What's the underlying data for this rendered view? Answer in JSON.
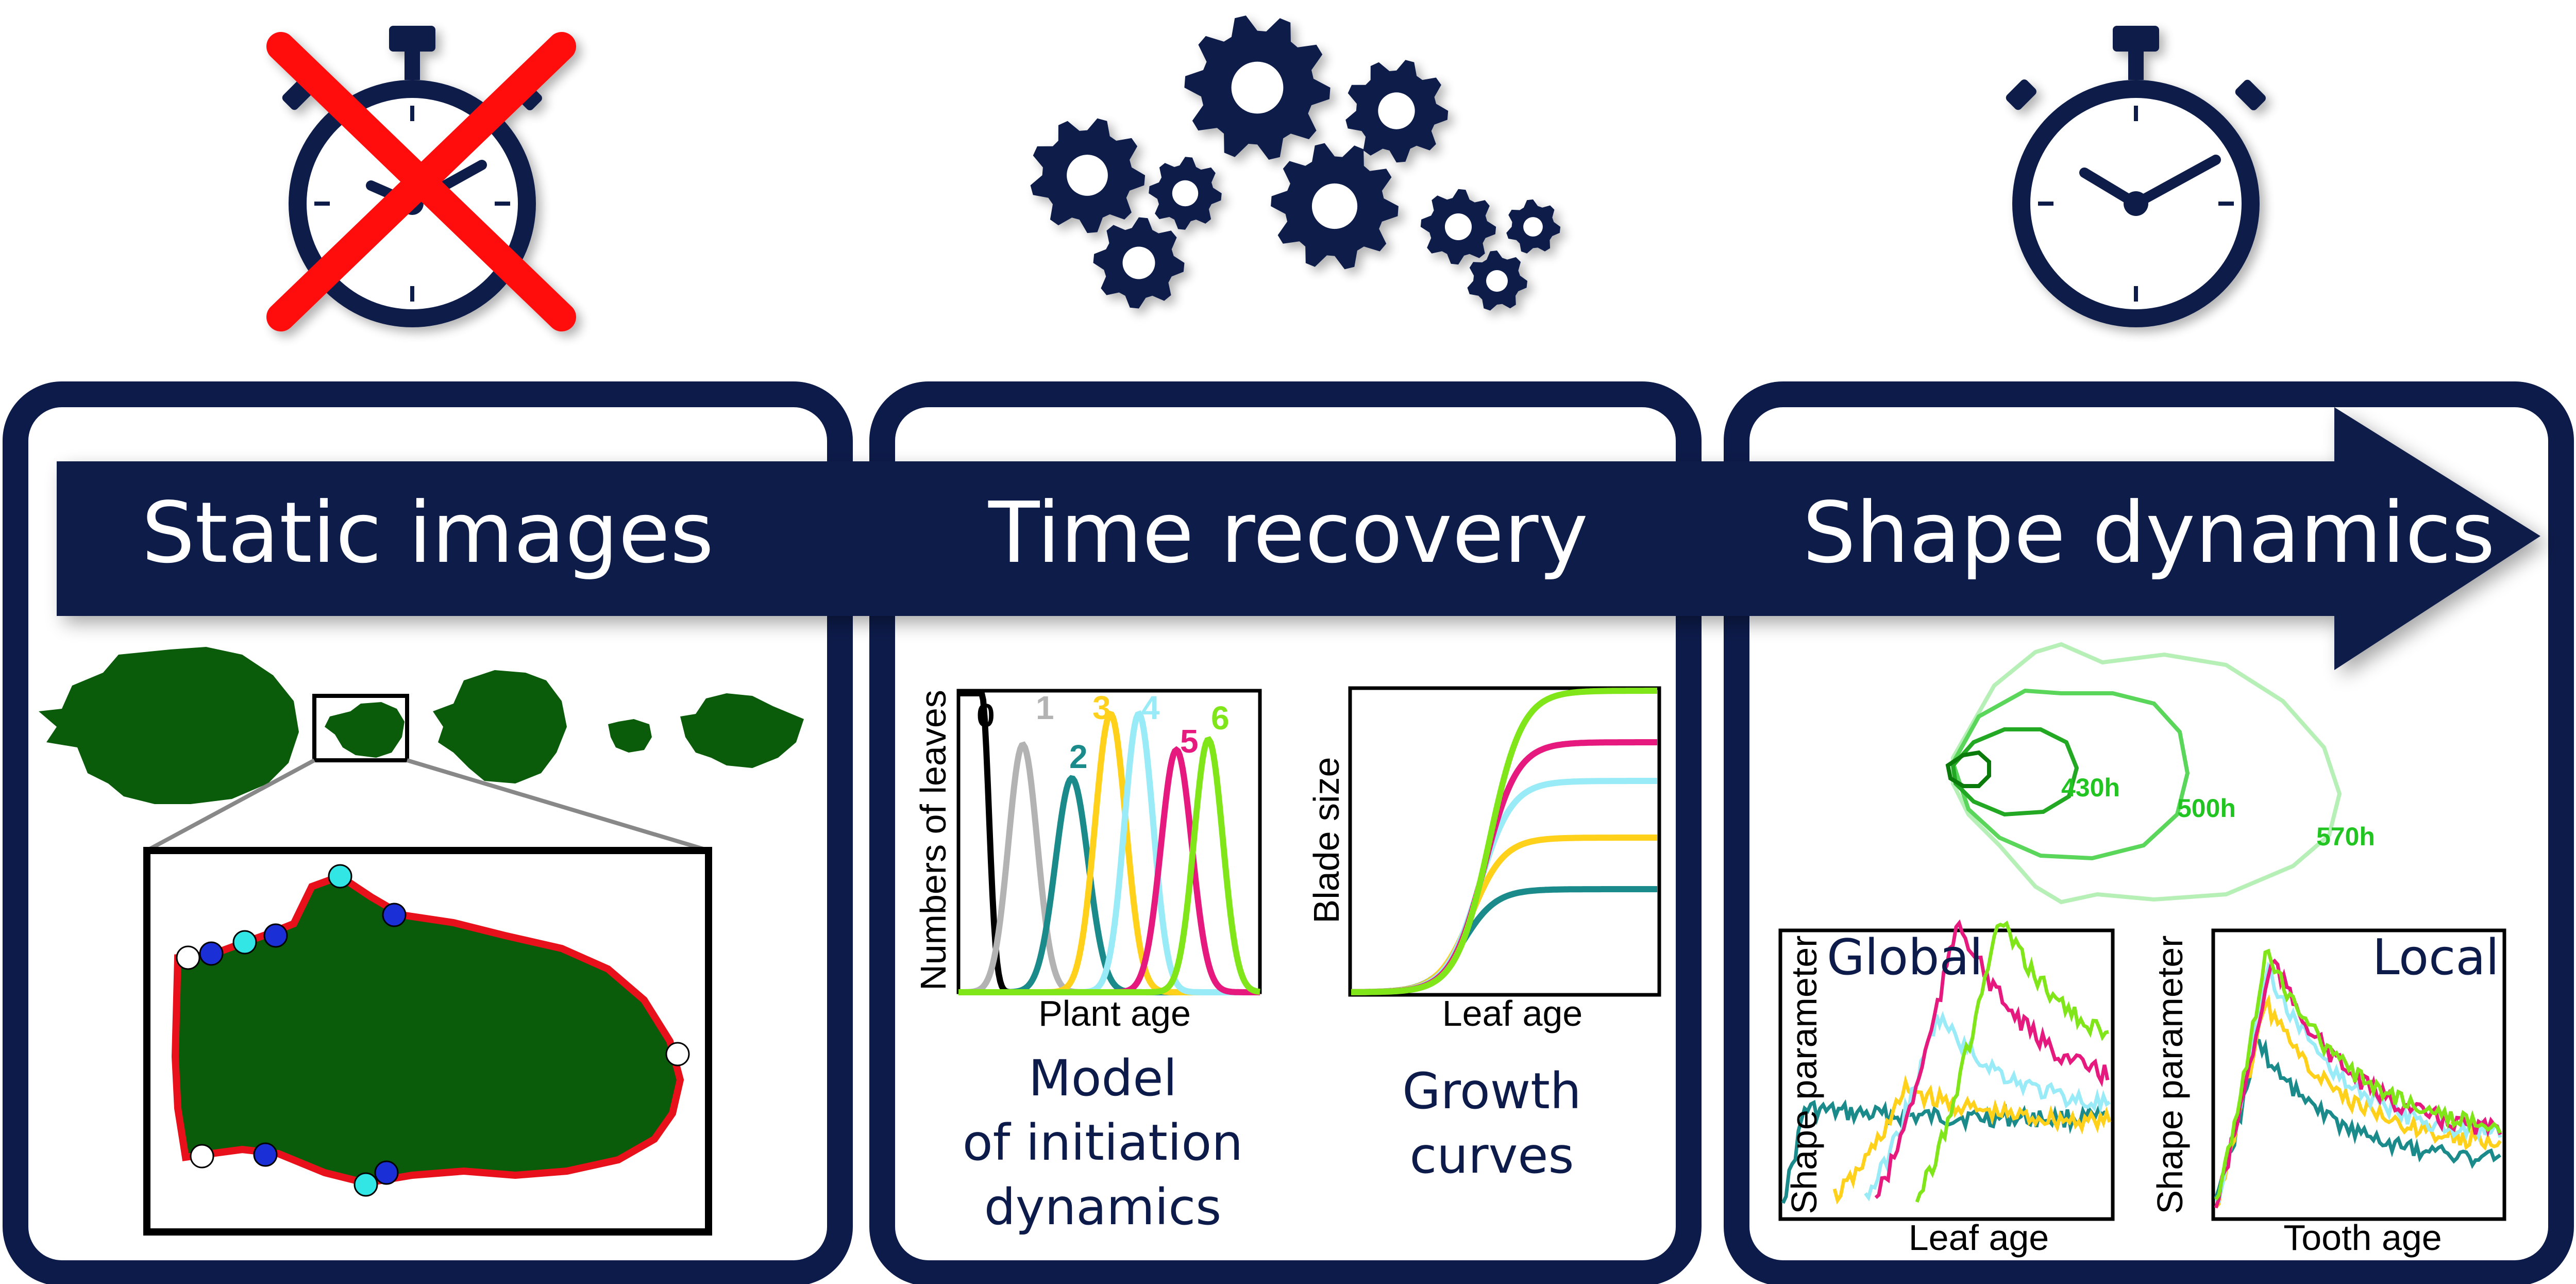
{
  "banner": {
    "static_images": "Static images",
    "time_recovery": "Time recovery",
    "shape_dynamics": "Shape dynamics"
  },
  "colors": {
    "navy": "#0d1b4a",
    "leaf_green": "#0a5c0a",
    "outline_red": "#e8111b",
    "cross_red": "#ff1111",
    "landmark_dark": "#1a2fd6",
    "landmark_cyan": "#33e6e6",
    "landmark_white": "#ffffff"
  },
  "icons": {
    "left": "stopwatch-crossed-icon",
    "middle": "gears-icon",
    "right": "stopwatch-icon"
  },
  "panel_time": {
    "initiation_plot": {
      "ylabel": "Numbers of leaves",
      "xlabel": "Plant age",
      "curve_labels": [
        "0",
        "1",
        "2",
        "3",
        "4",
        "5",
        "6"
      ],
      "curve_colors": [
        "#000000",
        "#b3b3b3",
        "#1a8a8a",
        "#ffd11a",
        "#99ecf7",
        "#e6197e",
        "#80e619"
      ]
    },
    "growth_plot": {
      "ylabel": "Blade size",
      "xlabel": "Leaf age",
      "curve_colors": [
        "#1a8a8a",
        "#ffd11a",
        "#99ecf7",
        "#e6197e",
        "#80e619"
      ]
    },
    "caption_model": [
      "Model",
      "of initiation",
      "dynamics"
    ],
    "caption_growth": [
      "Growth",
      "curves"
    ]
  },
  "panel_shape": {
    "outline_times": [
      "430h",
      "500h",
      "570h"
    ],
    "global_plot": {
      "title": "Global",
      "ylabel": "Shape parameter",
      "xlabel": "Leaf age"
    },
    "local_plot": {
      "title": "Local",
      "ylabel": "Shape parameter",
      "xlabel": "Tooth age"
    }
  }
}
